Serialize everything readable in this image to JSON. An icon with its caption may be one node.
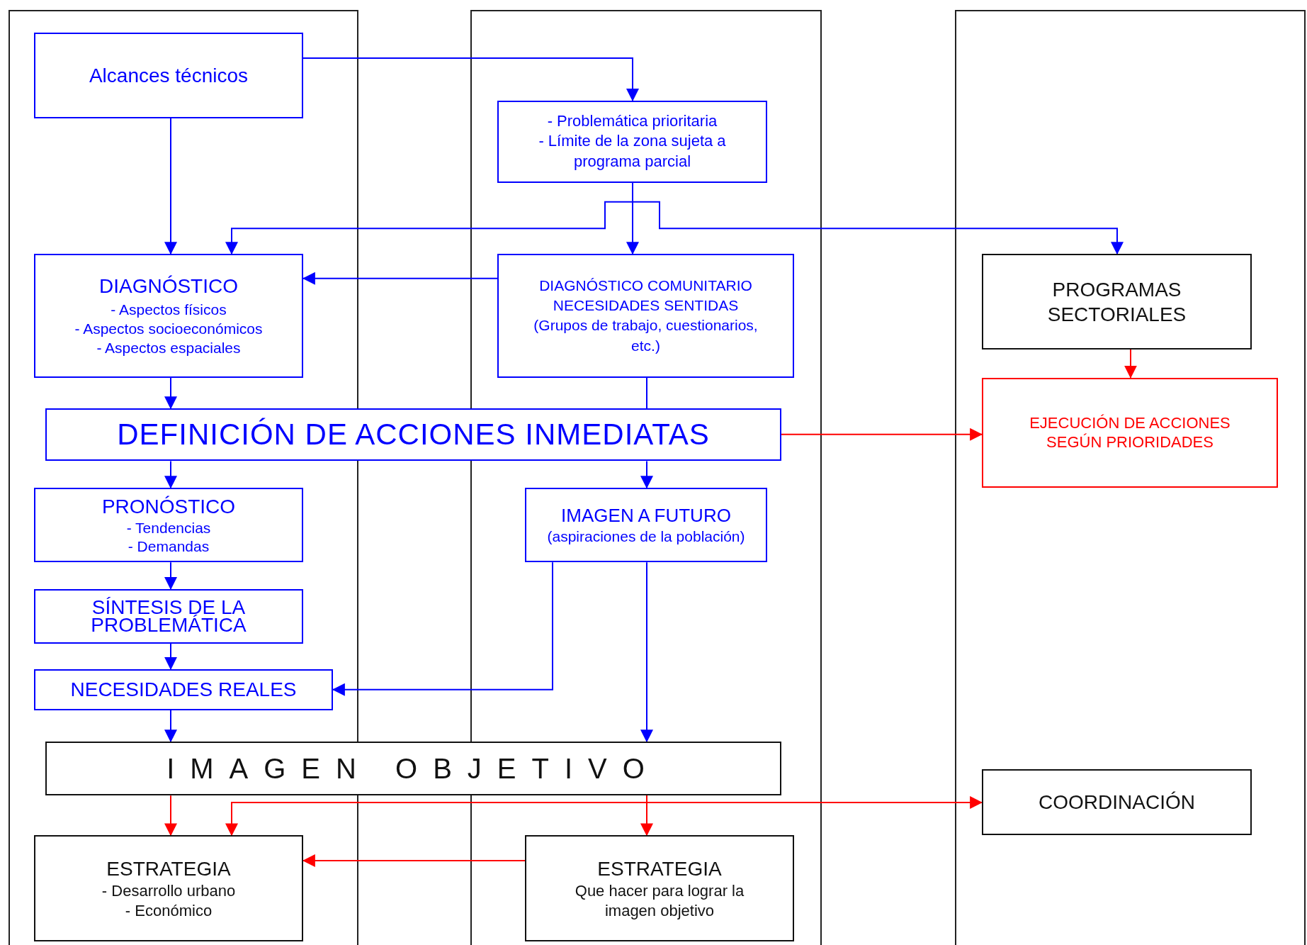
{
  "diagram": {
    "nodes": [
      {
        "text": [
          "Alcances técnicos"
        ]
      },
      {
        "text": [
          "- Problemática prioritaria",
          "- Límite de la zona sujeta a programa parcial"
        ]
      },
      {
        "text": [
          "DIAGNÓSTICO",
          "- Aspectos físicos",
          "- Aspectos socioeconómicos",
          "- Aspectos espaciales"
        ]
      },
      {
        "text": [
          "DIAGNÓSTICO COMUNITARIO",
          "NECESIDADES SENTIDAS",
          "(Grupos de trabajo, cuestionarios, etc.)"
        ]
      },
      {
        "text": [
          "PROGRAMAS SECTORIALES"
        ]
      },
      {
        "text": [
          "DEFINICIÓN DE ACCIONES INMEDIATAS"
        ]
      },
      {
        "text": [
          "EJECUCIÓN DE ACCIONES SEGÚN PRIORIDADES"
        ]
      },
      {
        "text": [
          "PRONÓSTICO",
          "- Tendencias",
          "- Demandas"
        ]
      },
      {
        "text": [
          "IMAGEN A FUTURO",
          "(aspiraciones de la población)"
        ]
      },
      {
        "text": [
          "SÍNTESIS DE LA PROBLEMÁTICA"
        ]
      },
      {
        "text": [
          "NECESIDADES REALES"
        ]
      },
      {
        "text": [
          "IMAGEN OBJETIVO"
        ]
      },
      {
        "text": [
          "COORDINACIÓN"
        ]
      },
      {
        "text": [
          "ESTRATEGIA",
          "- Desarrollo urbano",
          "- Económico"
        ]
      },
      {
        "text": [
          "ESTRATEGIA",
          "Que hacer para lograr la imagen objetivo"
        ]
      }
    ],
    "edges": [
      {
        "from": 0,
        "to": 1,
        "arrow": "to"
      },
      {
        "from": 0,
        "to": 2,
        "arrow": "to"
      },
      {
        "from": 1,
        "to": 2,
        "arrow": "to"
      },
      {
        "from": 1,
        "to": 3,
        "arrow": "to"
      },
      {
        "from": 1,
        "to": 4,
        "arrow": "to"
      },
      {
        "from": 3,
        "to": 2,
        "arrow": "to"
      },
      {
        "from": 2,
        "to": 5,
        "arrow": "to"
      },
      {
        "from": 3,
        "to": 5,
        "arrow": "none"
      },
      {
        "from": 4,
        "to": 6,
        "arrow": "to",
        "color": "#ff0000"
      },
      {
        "from": 5,
        "to": 6,
        "arrow": "to",
        "color": "#ff0000"
      },
      {
        "from": 5,
        "to": 7,
        "arrow": "to"
      },
      {
        "from": 5,
        "to": 8,
        "arrow": "to"
      },
      {
        "from": 7,
        "to": 9,
        "arrow": "to"
      },
      {
        "from": 9,
        "to": 10,
        "arrow": "to"
      },
      {
        "from": 8,
        "to": 10,
        "arrow": "to"
      },
      {
        "from": 8,
        "to": 11,
        "arrow": "to"
      },
      {
        "from": 10,
        "to": 11,
        "arrow": "to"
      },
      {
        "from": 11,
        "to": 13,
        "arrow": "to",
        "color": "#ff0000"
      },
      {
        "from": 11,
        "to": 13,
        "arrow": "to",
        "color": "#ff0000"
      },
      {
        "from": 11,
        "to": 12,
        "arrow": "to",
        "color": "#ff0000"
      },
      {
        "from": 11,
        "to": 14,
        "arrow": "to",
        "color": "#ff0000"
      },
      {
        "from": 14,
        "to": 13,
        "arrow": "to",
        "color": "#ff0000"
      }
    ]
  }
}
